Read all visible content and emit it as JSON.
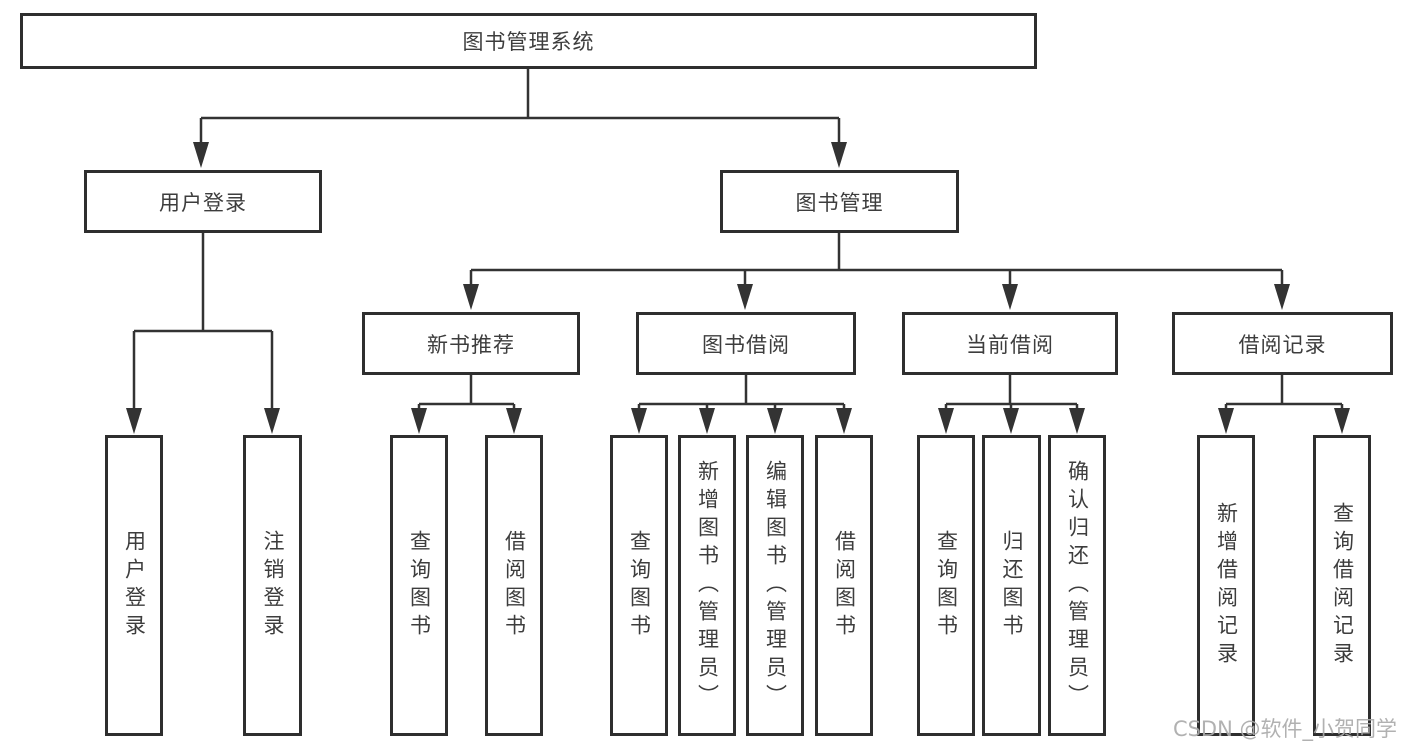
{
  "diagram": {
    "root": {
      "label": "图书管理系统"
    },
    "branches": {
      "user_login": {
        "label": "用户登录",
        "children": [
          {
            "label": "用户登录"
          },
          {
            "label": "注销登录"
          }
        ]
      },
      "book_management": {
        "label": "图书管理",
        "children": [
          {
            "label": "新书推荐",
            "children": [
              {
                "label": "查询图书"
              },
              {
                "label": "借阅图书"
              }
            ]
          },
          {
            "label": "图书借阅",
            "children": [
              {
                "label": "查询图书"
              },
              {
                "label": "新增图书（管理员）"
              },
              {
                "label": "编辑图书（管理员）"
              },
              {
                "label": "借阅图书"
              }
            ]
          },
          {
            "label": "当前借阅",
            "children": [
              {
                "label": "查询图书"
              },
              {
                "label": "归还图书"
              },
              {
                "label": "确认归还（管理员）"
              }
            ]
          },
          {
            "label": "借阅记录",
            "children": [
              {
                "label": "新增借阅记录"
              },
              {
                "label": "查询借阅记录"
              }
            ]
          }
        ]
      }
    }
  },
  "watermark": {
    "text": "CSDN @软件_小贺同学"
  },
  "colors": {
    "line": "#333333",
    "box_border": "#2e2e2e",
    "text": "#3d3d3d",
    "background": "#ffffff",
    "watermark": "#ababab"
  }
}
